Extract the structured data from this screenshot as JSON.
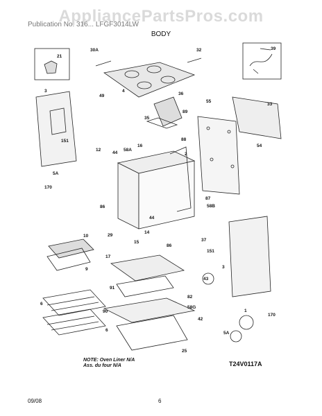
{
  "header": {
    "watermark": "AppliancePartsPros.com",
    "publication_info": "Publication No. 316...  LFGF3014LW",
    "section_title": "BODY"
  },
  "callouts": [
    "21",
    "3",
    "151",
    "30A",
    "4",
    "49",
    "32",
    "39",
    "36",
    "35",
    "89",
    "88",
    "55",
    "33",
    "54",
    "12",
    "44",
    "16",
    "58A",
    "2",
    "5A",
    "170",
    "87",
    "58B",
    "86",
    "29",
    "10",
    "14",
    "15",
    "17",
    "44",
    "86",
    "37",
    "151",
    "9",
    "3",
    "43",
    "91",
    "82",
    "58G",
    "90",
    "6",
    "42",
    "6",
    "25",
    "1",
    "5A",
    "170"
  ],
  "footnote": {
    "line1": "NOTE: Oven Liner N/A",
    "line2": "Ass. du four N/A"
  },
  "figure_code": "T24V0117A",
  "footer": {
    "date": "09/08",
    "page": "6"
  }
}
